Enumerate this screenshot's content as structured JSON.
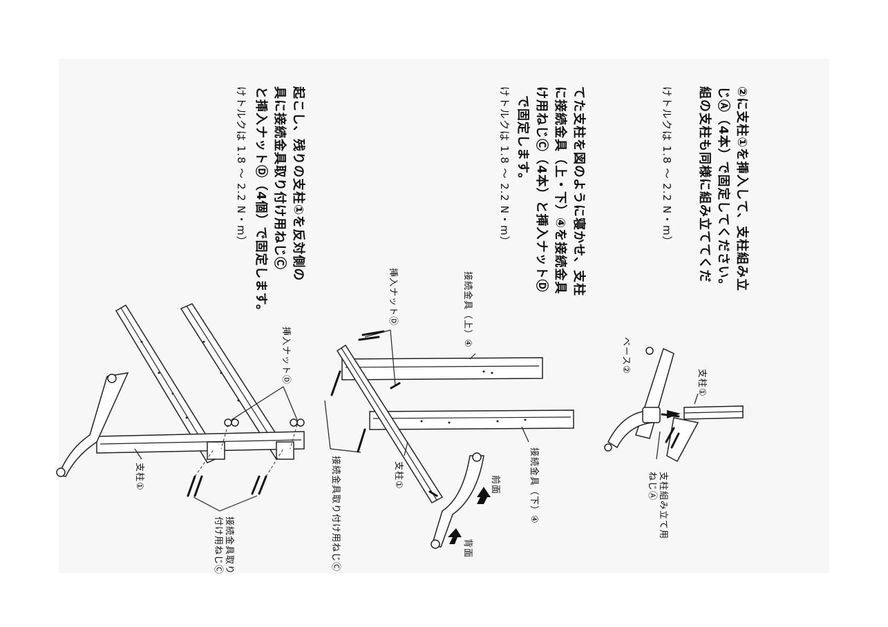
{
  "step1": {
    "line1": "②に支柱①を挿入して、支柱組み立",
    "line2": "じⒶ（4本）で固定してください。",
    "line3": "組の支柱も同様に組み立ててくだ",
    "torque": "けトルクは 1.8 ～ 2.2 N・m）"
  },
  "step2": {
    "line1": "てた支柱を図のように寝かせ、支柱",
    "line2": "に接続金具（上・下）④を接続金具",
    "line3": "け用ねじⒸ（4本）と挿入ナットⒹ",
    "line4": "で固定します。",
    "torque": "けトルクは 1.8 ～ 2.2 N・m）"
  },
  "step3": {
    "line1": "起こし、残りの支柱①を反対側の",
    "line2": "具に接続金具取り付け用ねじⒸ",
    "line3": "と挿入ナットⒹ（4個）で固定します。",
    "torque": "けトルクは 1.8 ～ 2.2 N・m）"
  },
  "labels": {
    "pillar_top": "支柱①",
    "base": "ベース②",
    "pillar_screw_1": "支柱組み立て用",
    "pillar_screw_2": "ねじⒶ",
    "connector_upper": "接続金具（上）④",
    "insert_nut_mid": "挿入ナットⒹ",
    "connector_lower": "接続金具（下）④",
    "front": "前面",
    "back": "背面",
    "pillar_mid": "支柱①",
    "connector_screw_mid": "接続金具取り付け用ねじⒸ",
    "insert_nut_bottom": "挿入ナットⒹ",
    "pillar_bottom": "支柱①",
    "connector_screw_bottom_1": "接続金具取り",
    "connector_screw_bottom_2": "付け用ねじⒸ"
  }
}
